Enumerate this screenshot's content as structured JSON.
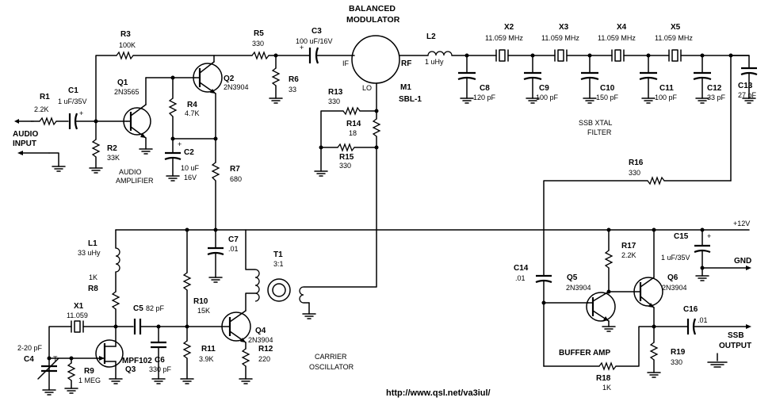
{
  "titles": {
    "balanced_modulator_1": "BALANCED",
    "balanced_modulator_2": "MODULATOR",
    "audio_amplifier_1": "AUDIO",
    "audio_amplifier_2": "AMPLIFIER",
    "audio_input_1": "AUDIO",
    "audio_input_2": "INPUT",
    "ssb_filter_1": "SSB XTAL",
    "ssb_filter_2": "FILTER",
    "carrier_osc_1": "CARRIER",
    "carrier_osc_2": "OSCILLATOR",
    "buffer_amp": "BUFFER AMP",
    "ssb_output_1": "SSB",
    "ssb_output_2": "OUTPUT",
    "supply": "+12V",
    "gnd": "GND",
    "url": "http://www.qsl.net/va3iul/"
  },
  "mixer": {
    "name": "M1",
    "part": "SBL-1",
    "port_if": "IF",
    "port_rf": "RF",
    "port_lo": "LO"
  },
  "components": {
    "R1": {
      "name": "R1",
      "value": "2.2K"
    },
    "C1": {
      "name": "C1",
      "value": "1 uF/35V",
      "pol": "+"
    },
    "Q1": {
      "name": "Q1",
      "value": "2N3565"
    },
    "R2": {
      "name": "R2",
      "value": "33K"
    },
    "R3": {
      "name": "R3",
      "value": "100K"
    },
    "Q2": {
      "name": "Q2",
      "value": "2N3904"
    },
    "R4": {
      "name": "R4",
      "value": "4.7K"
    },
    "C2": {
      "name": "C2",
      "value": "10 uF",
      "value2": "16V",
      "pol": "+"
    },
    "R5": {
      "name": "R5",
      "value": "330"
    },
    "R6": {
      "name": "R6",
      "value": "33"
    },
    "C3": {
      "name": "C3",
      "value": "100 uF/16V",
      "pol": "+"
    },
    "R7": {
      "name": "R7",
      "value": "680"
    },
    "R13": {
      "name": "R13",
      "value": "330"
    },
    "R14": {
      "name": "R14",
      "value": "18"
    },
    "R15": {
      "name": "R15",
      "value": "330"
    },
    "L2": {
      "name": "L2",
      "value": "1 uHy"
    },
    "C8": {
      "name": "C8",
      "value": "120 pF"
    },
    "X2": {
      "name": "X2",
      "value": "11.059 MHz"
    },
    "C9": {
      "name": "C9",
      "value": "100 pF"
    },
    "X3": {
      "name": "X3",
      "value": "11.059 MHz"
    },
    "C10": {
      "name": "C10",
      "value": "150 pF"
    },
    "X4": {
      "name": "X4",
      "value": "11.059 MHz"
    },
    "C11": {
      "name": "C11",
      "value": "100 pF"
    },
    "X5": {
      "name": "X5",
      "value": "11.059 MHz"
    },
    "C12": {
      "name": "C12",
      "value": "33 pF"
    },
    "C13": {
      "name": "C13",
      "value": "27 pF"
    },
    "R16": {
      "name": "R16",
      "value": "330"
    },
    "L1": {
      "name": "L1",
      "value": "33 uHy"
    },
    "R8": {
      "name": "R8",
      "value": "1K"
    },
    "X1": {
      "name": "X1",
      "value": "11.059"
    },
    "C5": {
      "name": "C5",
      "value": "82 pF"
    },
    "C7": {
      "name": "C7",
      "value": ".01"
    },
    "T1": {
      "name": "T1",
      "value": "3:1"
    },
    "C4": {
      "name": "C4",
      "value": "2-20 pF",
      "trim": "T"
    },
    "Q3": {
      "name": "Q3",
      "value": "MPF102"
    },
    "R9": {
      "name": "R9",
      "value": "1 MEG"
    },
    "C6": {
      "name": "C6",
      "value": "330 pF"
    },
    "R10": {
      "name": "R10",
      "value": "15K"
    },
    "R11": {
      "name": "R11",
      "value": "3.9K"
    },
    "Q4": {
      "name": "Q4",
      "value": "2N3904"
    },
    "R12": {
      "name": "R12",
      "value": "220"
    },
    "C14": {
      "name": "C14",
      "value": ".01"
    },
    "Q5": {
      "name": "Q5",
      "value": "2N3904"
    },
    "R17": {
      "name": "R17",
      "value": "2.2K"
    },
    "Q6": {
      "name": "Q6",
      "value": "2N3904"
    },
    "C15": {
      "name": "C15",
      "value": "1 uF/35V",
      "pol": "+"
    },
    "C16": {
      "name": "C16",
      "value": ".01"
    },
    "R18": {
      "name": "R18",
      "value": "1K"
    },
    "R19": {
      "name": "R19",
      "value": "330"
    }
  }
}
